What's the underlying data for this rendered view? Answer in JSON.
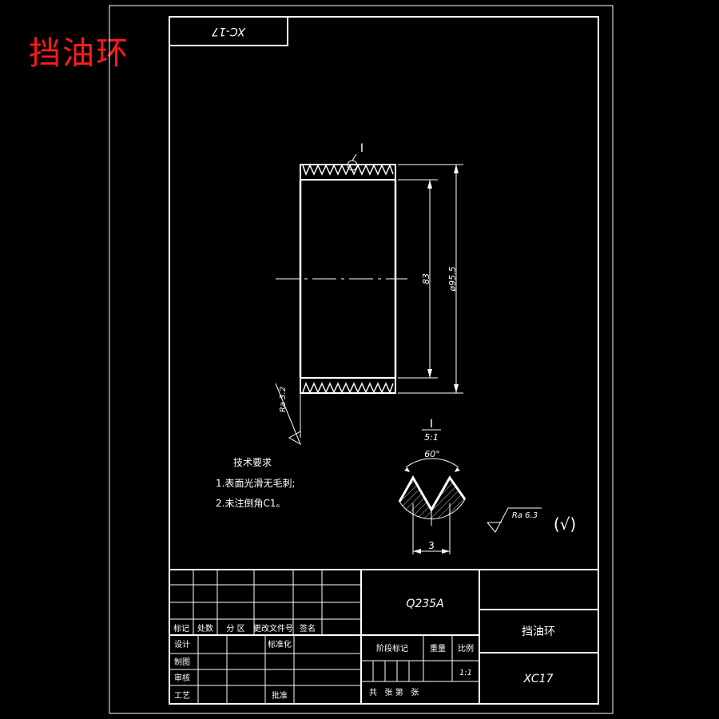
{
  "title": "挡油环",
  "drawing_code_flipped": "XC-17",
  "detail_label": "I",
  "detail_scale": "5:1",
  "angle": "60°",
  "dim_inner": "83",
  "dim_outer": "ø95.5",
  "dim_pitch": "3",
  "roughness_left": "Ra 3.2",
  "roughness_general": "Ra 6.3",
  "roughness_paren": "(√)",
  "tech": {
    "heading": "技术要求",
    "line1": "1.表面光滑无毛刺;",
    "line2": "2.未注倒角C1。"
  },
  "titleblock": {
    "material": "Q235A",
    "part_name": "挡油环",
    "part_code": "XC17",
    "h_mark": "标记",
    "h_count": "处数",
    "h_zone": "分 区",
    "h_docno": "更改文件号",
    "h_sign": "签名",
    "r_design": "设计",
    "r_std": "标准化",
    "r_draw": "制图",
    "r_check": "审核",
    "r_process": "工艺",
    "r_approve": "批准",
    "h_stage": "阶段标记",
    "h_weight": "重量",
    "h_ratio": "比例",
    "ratio_val": "1:1",
    "sheets": "共   张 第   张"
  }
}
